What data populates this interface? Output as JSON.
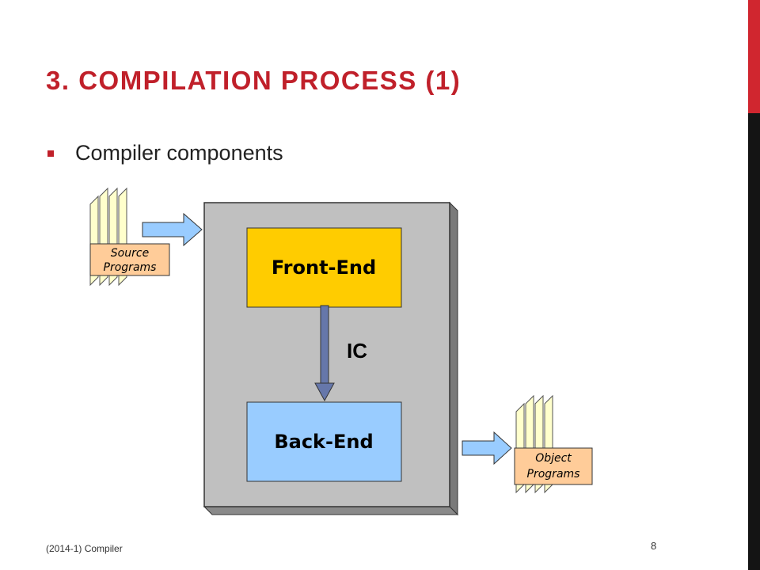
{
  "slide": {
    "title": "3. COMPILATION PROCESS (1)",
    "bullet": "Compiler components",
    "footer": "(2014-1)  Compiler",
    "page_number": "8"
  },
  "diagram": {
    "source_docs": {
      "line1": "Source",
      "line2": "Programs"
    },
    "front_end": "Front-End",
    "connector": "IC",
    "back_end": "Back-End",
    "object_docs": {
      "line1": "Object",
      "line2": "Programs"
    }
  },
  "colors": {
    "accent_red": "#d0262f",
    "side_black": "#141414",
    "front_end_fill": "#ffcc00",
    "back_end_fill": "#99ccff",
    "container_fill": "#c0c0c0",
    "arrow_blue": "#99ccff",
    "ic_arrow": "#6677aa",
    "doc_fill": "#ffffcc",
    "doc_label_fill": "#ffcc99"
  }
}
